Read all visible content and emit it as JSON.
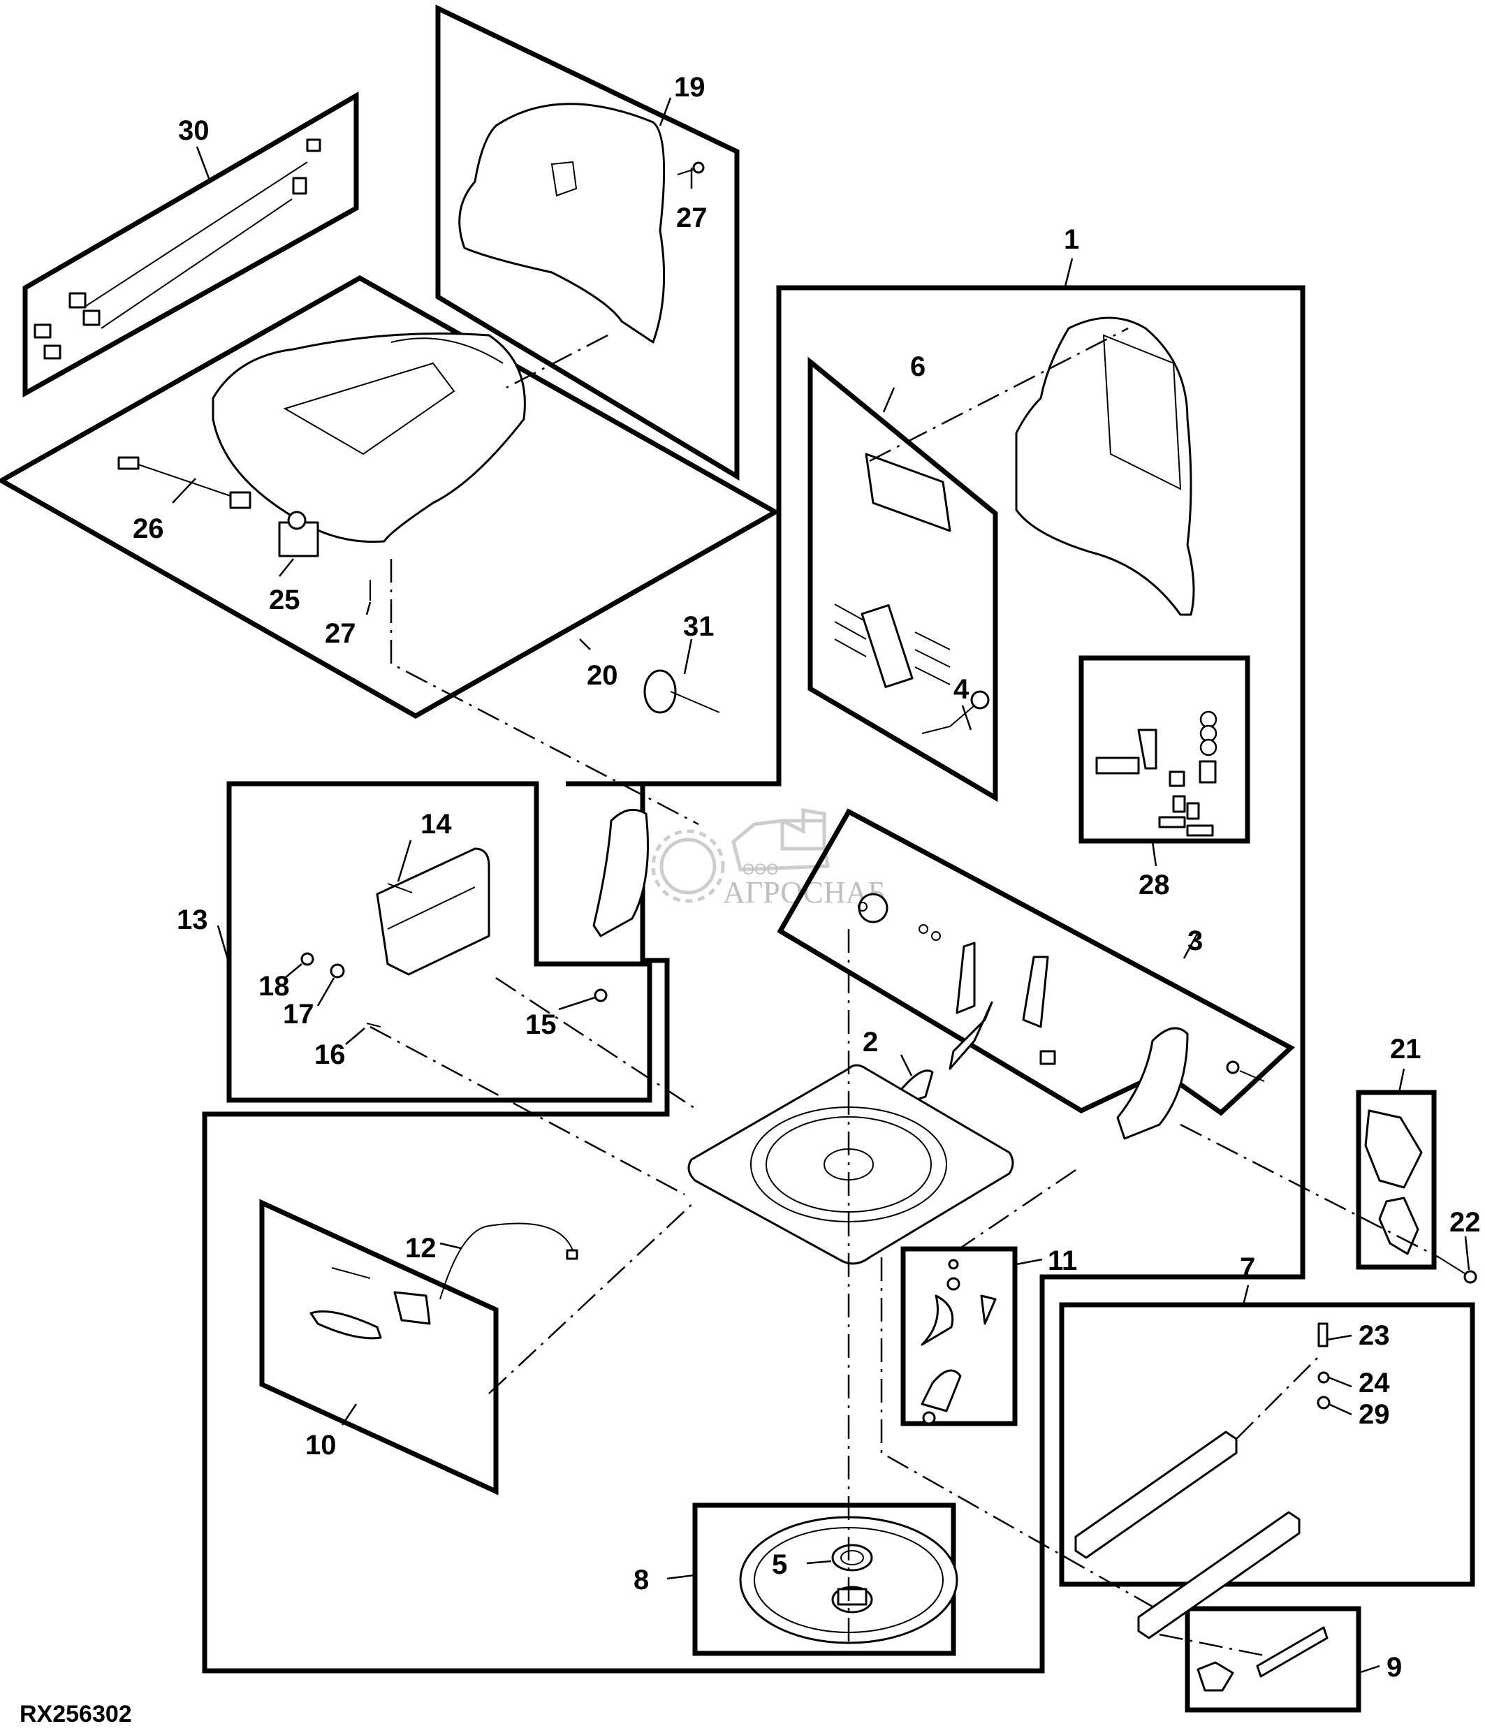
{
  "figure": {
    "title": "Operator seat exploded parts diagram",
    "code": "RX256302"
  },
  "watermark": {
    "prefix": "ООО",
    "name": "АГРОСНАБ"
  },
  "callouts": [
    {
      "id": "c1",
      "label": "1"
    },
    {
      "id": "c2",
      "label": "2"
    },
    {
      "id": "c3",
      "label": "3"
    },
    {
      "id": "c4",
      "label": "4"
    },
    {
      "id": "c5",
      "label": "5"
    },
    {
      "id": "c6",
      "label": "6"
    },
    {
      "id": "c7",
      "label": "7"
    },
    {
      "id": "c8",
      "label": "8"
    },
    {
      "id": "c9",
      "label": "9"
    },
    {
      "id": "c10",
      "label": "10"
    },
    {
      "id": "c11",
      "label": "11"
    },
    {
      "id": "c12",
      "label": "12"
    },
    {
      "id": "c13",
      "label": "13"
    },
    {
      "id": "c14",
      "label": "14"
    },
    {
      "id": "c15",
      "label": "15"
    },
    {
      "id": "c16",
      "label": "16"
    },
    {
      "id": "c17",
      "label": "17"
    },
    {
      "id": "c18",
      "label": "18"
    },
    {
      "id": "c19",
      "label": "19"
    },
    {
      "id": "c20",
      "label": "20"
    },
    {
      "id": "c21",
      "label": "21"
    },
    {
      "id": "c22",
      "label": "22"
    },
    {
      "id": "c23",
      "label": "23"
    },
    {
      "id": "c24",
      "label": "24"
    },
    {
      "id": "c25",
      "label": "25"
    },
    {
      "id": "c26",
      "label": "26"
    },
    {
      "id": "c27a",
      "label": "27"
    },
    {
      "id": "c27b",
      "label": "27"
    },
    {
      "id": "c28",
      "label": "28"
    },
    {
      "id": "c29",
      "label": "29"
    },
    {
      "id": "c30",
      "label": "30"
    },
    {
      "id": "c31",
      "label": "31"
    }
  ]
}
